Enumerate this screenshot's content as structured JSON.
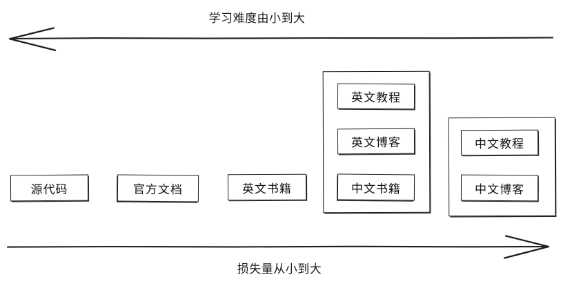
{
  "diagram": {
    "top_axis": {
      "label": "学习难度由小到大",
      "direction": "left",
      "icon": "left-arrow-icon"
    },
    "bottom_axis": {
      "label": "损失量从小到大",
      "direction": "right",
      "icon": "right-arrow-icon"
    },
    "nodes": [
      {
        "label": "源代码"
      },
      {
        "label": "官方文档"
      },
      {
        "label": "英文书籍"
      }
    ],
    "groups": [
      {
        "name": "group-one",
        "items": [
          {
            "label": "英文教程"
          },
          {
            "label": "英文博客"
          },
          {
            "label": "中文书籍"
          }
        ]
      },
      {
        "name": "group-two",
        "items": [
          {
            "label": "中文教程"
          },
          {
            "label": "中文博客"
          }
        ]
      }
    ],
    "colors": {
      "stroke": "#1b1b1b",
      "background": "#ffffff",
      "text": "#111111"
    }
  }
}
